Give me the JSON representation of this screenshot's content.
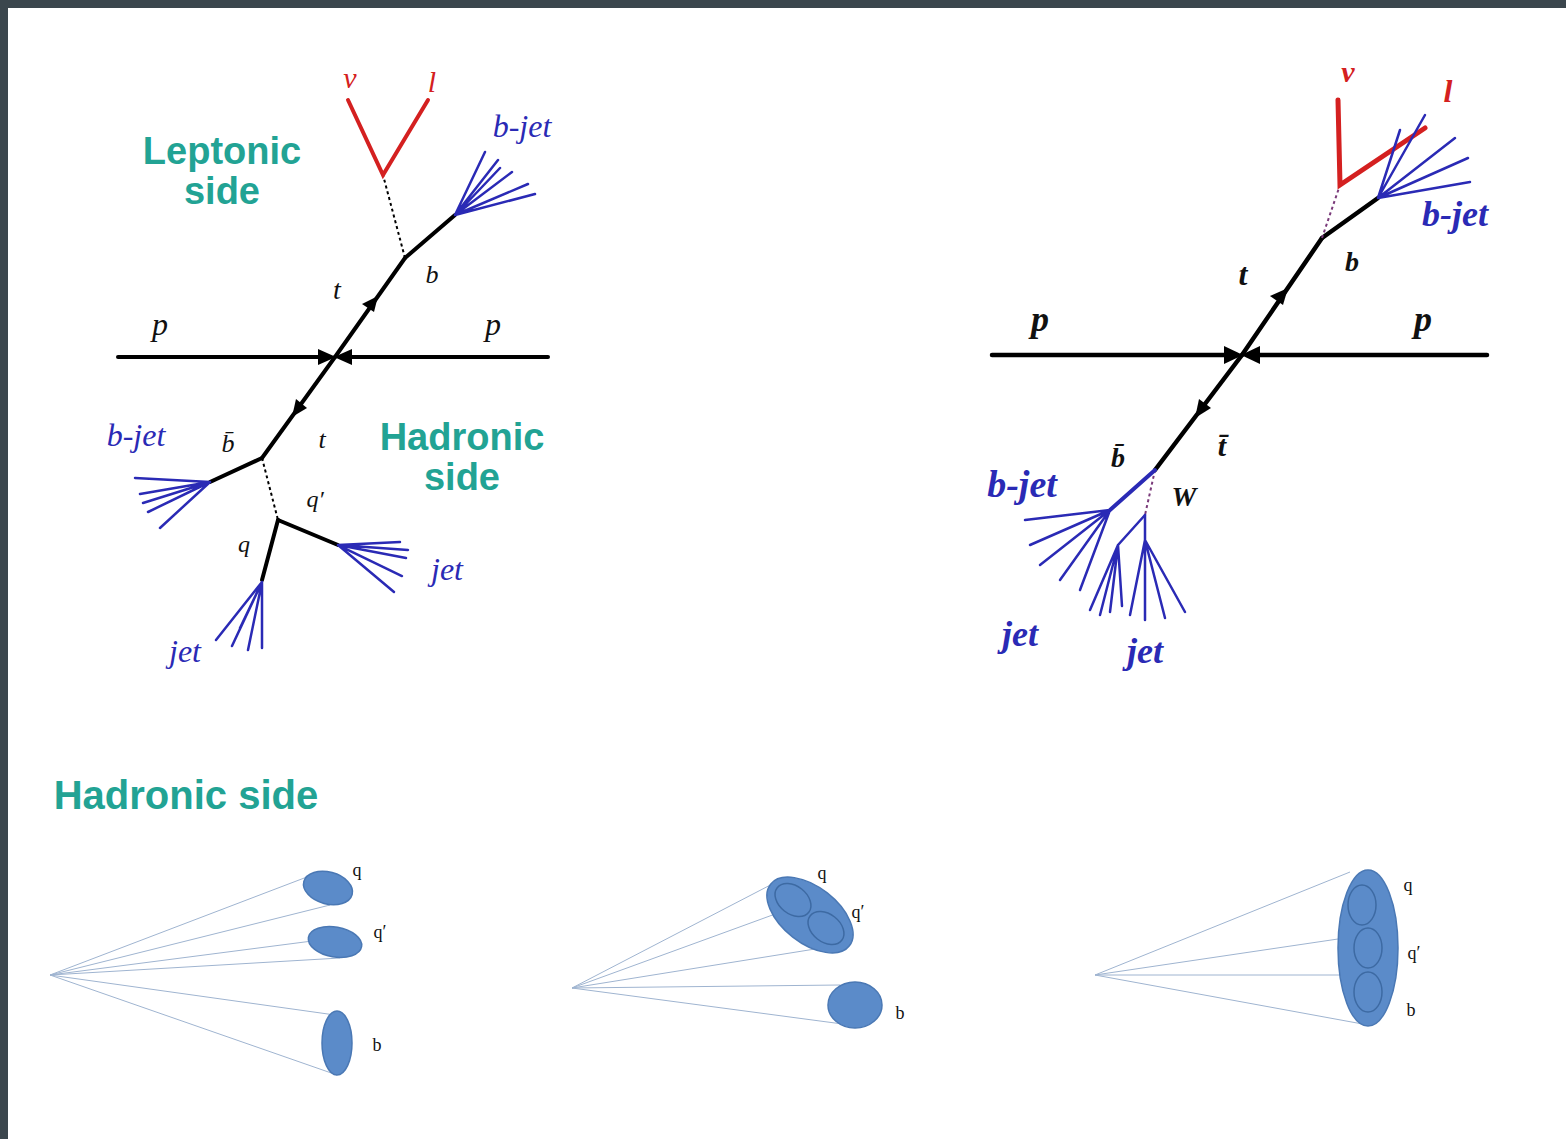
{
  "diagram": {
    "labels": [
      "ν",
      "l",
      "Leptonic side",
      "b-jet",
      "t",
      "b",
      "p",
      "p",
      "b-jet",
      "b̄",
      "t",
      "Hadronic side",
      "q′",
      "q",
      "jet",
      "jet",
      "ν",
      "l",
      "b-jet",
      "t",
      "b",
      "p",
      "p",
      "b̄",
      "t̄",
      "b-jet",
      "W",
      "jet",
      "jet",
      "Hadronic side",
      "q",
      "q′",
      "b",
      "q",
      "q′",
      "b",
      "q",
      "q′",
      "b"
    ]
  }
}
